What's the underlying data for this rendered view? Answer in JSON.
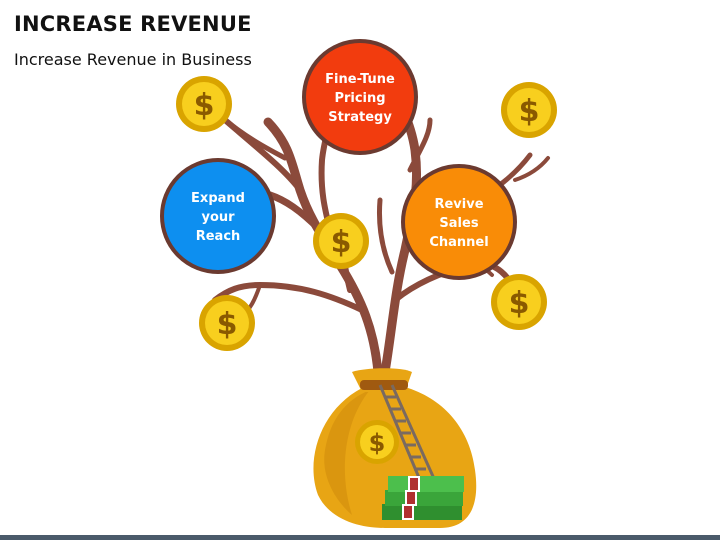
{
  "title": "INCREASE REVENUE",
  "subtitle": "Increase Revenue in Business",
  "nodes": [
    {
      "id": "fine-tune",
      "lines": [
        "Fine-Tune",
        "Pricing",
        "Strategy"
      ],
      "color": "#f23c0e"
    },
    {
      "id": "expand",
      "lines": [
        "Expand",
        "your",
        "Reach"
      ],
      "color": "#0d8ff0"
    },
    {
      "id": "revive",
      "lines": [
        "Revive",
        "Sales",
        "Channel"
      ],
      "color": "#f98c07"
    }
  ],
  "coin_symbol": "$",
  "colors": {
    "branch": "#8b4a3b",
    "branch_dark": "#6e3a2e",
    "circle_border": "#6b3a30",
    "coin_fill": "#f8cf1e",
    "coin_rim": "#d9a400",
    "bag": "#e8a514",
    "bag_dark": "#c98608",
    "cash": "#3aa53a"
  }
}
